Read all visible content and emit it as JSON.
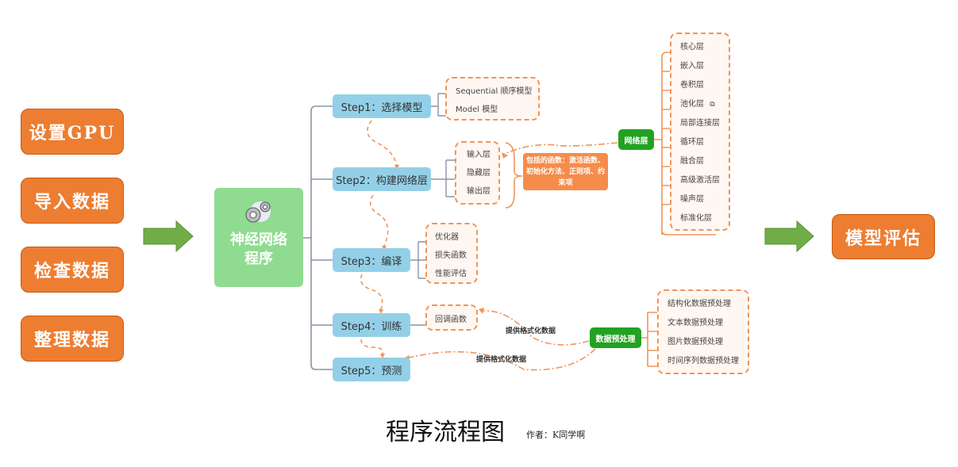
{
  "colors": {
    "orange": "#ED7D31",
    "green_arrow": "#70AD47",
    "root_green": "#8FDB8F",
    "step_blue": "#93D0E8",
    "dashed_orange": "#F0955A",
    "label_green": "#22A222",
    "connector_gray": "#8A94A6"
  },
  "prep_steps": [
    "设置GPU",
    "导入数据",
    "检查数据",
    "整理数据"
  ],
  "arrows": [
    "arrow-right-icon",
    "arrow-right-icon"
  ],
  "root": {
    "icon": "gears-icon",
    "title": "神经网络程序"
  },
  "steps": [
    {
      "label": "Step1：选择模型",
      "children": [
        "Sequential 顺序模型",
        "Model 模型"
      ]
    },
    {
      "label": "Step2：构建网络层",
      "children": [
        "输入层",
        "隐藏层",
        "输出层"
      ]
    },
    {
      "label": "Step3：编译",
      "children": [
        "优化器",
        "损失函数",
        "性能评估"
      ]
    },
    {
      "label": "Step4：训练",
      "children": [
        "回调函数"
      ]
    },
    {
      "label": "Step5：预测",
      "children": []
    }
  ],
  "layer_note": "包括的函数：激活函数、初始化方法、正则项、约束项",
  "network_layers": {
    "label": "网络层",
    "items": [
      "核心层",
      "嵌入层",
      "卷积层",
      "池化层",
      "局部连接层",
      "循环层",
      "融合层",
      "高级激活层",
      "噪声层",
      "标准化层"
    ],
    "link_icon_on": "池化层"
  },
  "data_preprocess": {
    "label": "数据预处理",
    "items": [
      "结构化数据预处理",
      "文本数据预处理",
      "图片数据预处理",
      "时间序列数据预处理"
    ]
  },
  "edge_labels": [
    "提供格式化数据",
    "提供格式化数据"
  ],
  "final_step": "模型评估",
  "footer": {
    "title": "程序流程图",
    "author": "作者：K同学啊"
  }
}
